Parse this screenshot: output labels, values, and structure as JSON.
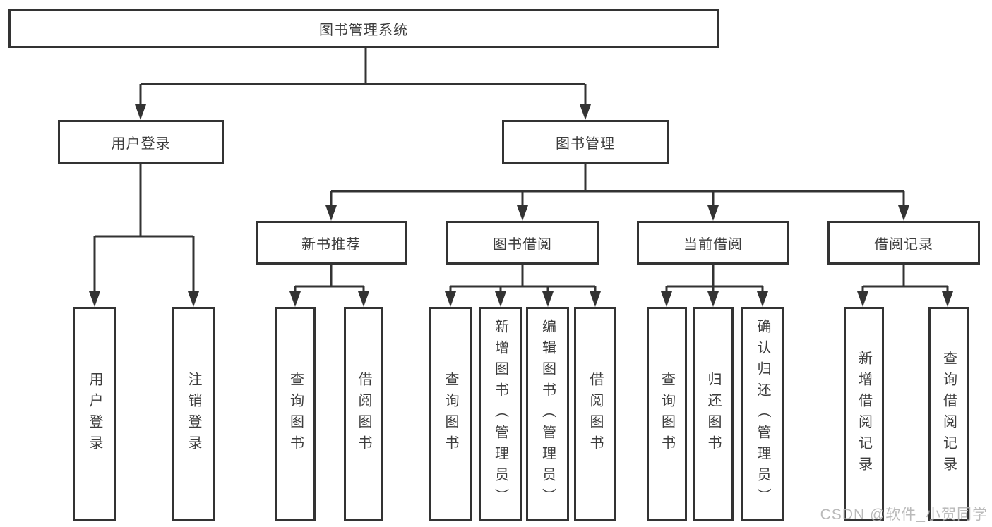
{
  "diagram": {
    "root": {
      "label": "图书管理系统"
    },
    "branches": [
      {
        "label": "用户登录",
        "children": [
          {
            "label": "用户登录"
          },
          {
            "label": "注销登录"
          }
        ]
      },
      {
        "label": "图书管理",
        "children": [
          {
            "label": "新书推荐",
            "children": [
              {
                "label": "查询图书"
              },
              {
                "label": "借阅图书"
              }
            ]
          },
          {
            "label": "图书借阅",
            "children": [
              {
                "label": "查询图书"
              },
              {
                "label": "新增图书（管理员）"
              },
              {
                "label": "编辑图书（管理员）"
              },
              {
                "label": "借阅图书"
              }
            ]
          },
          {
            "label": "当前借阅",
            "children": [
              {
                "label": "查询图书"
              },
              {
                "label": "归还图书"
              },
              {
                "label": "确认归还（管理员）"
              }
            ]
          },
          {
            "label": "借阅记录",
            "children": [
              {
                "label": "新增借阅记录"
              },
              {
                "label": "查询借阅记录"
              }
            ]
          }
        ]
      }
    ]
  },
  "watermark": {
    "text": "CSDN @软件_小贺同学"
  },
  "colors": {
    "line": "#333333",
    "text": "#3d3d3d",
    "watermark": "#b3b3b3",
    "background": "#ffffff"
  }
}
